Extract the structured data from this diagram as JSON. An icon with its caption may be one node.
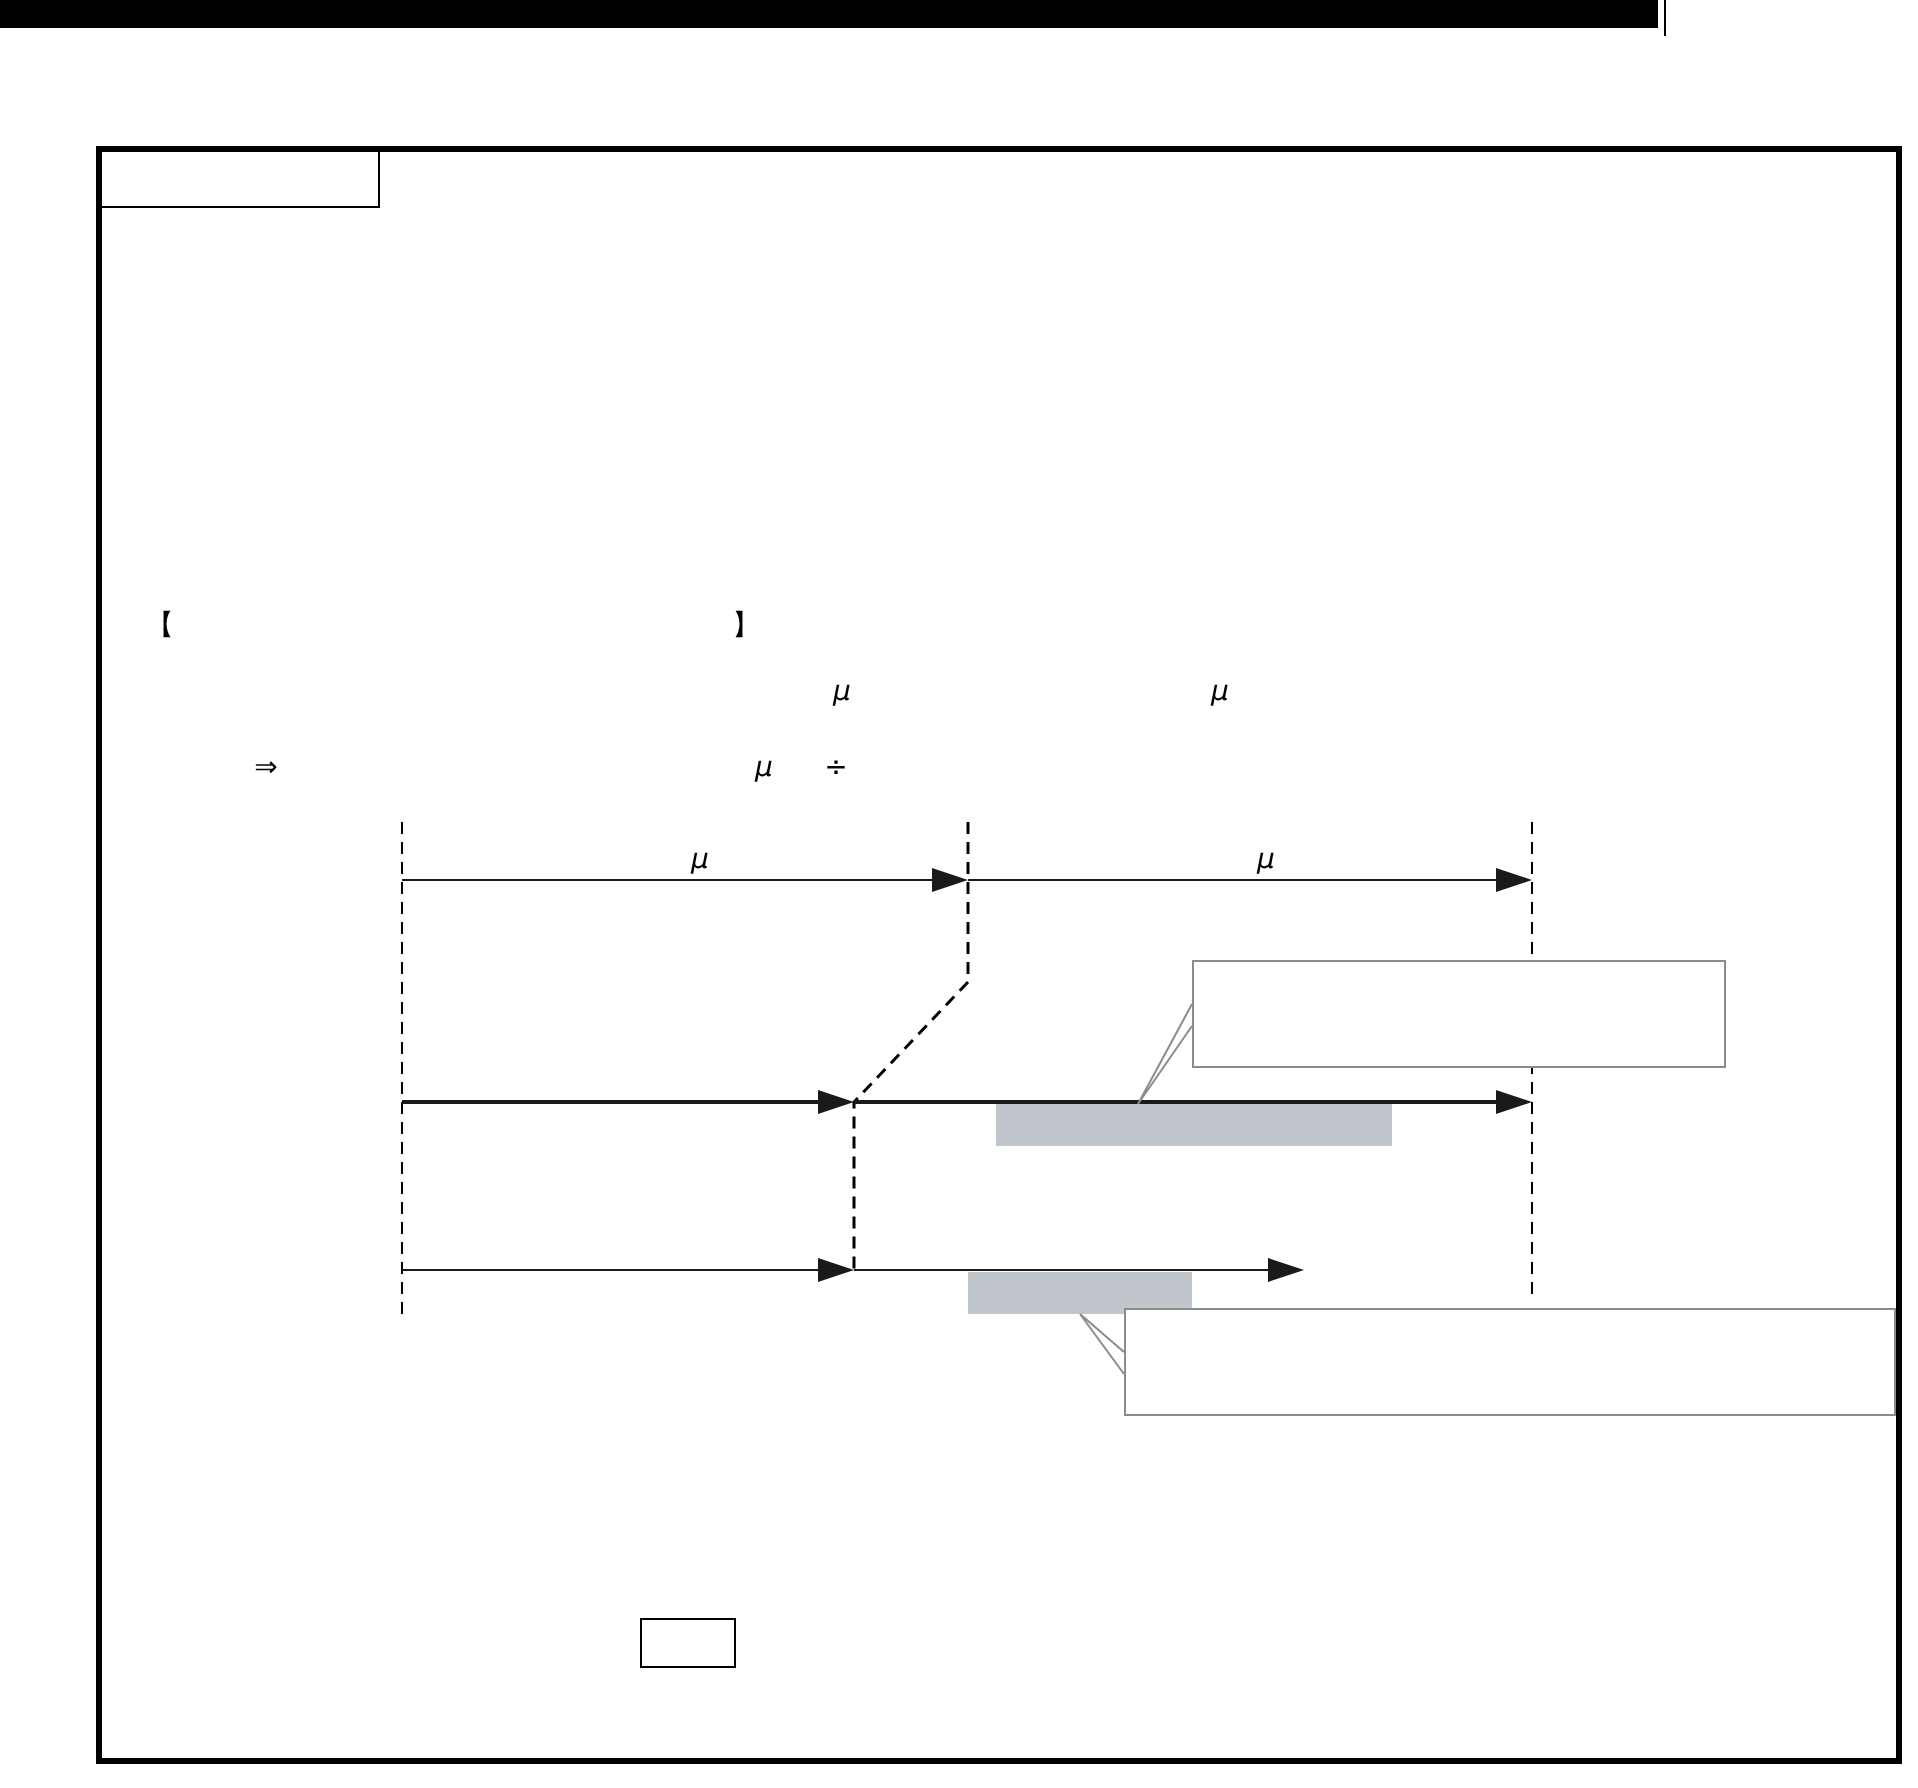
{
  "diagram": {
    "nodes": [
      {
        "text": [],
        "shape": "box"
      },
      {
        "text": [],
        "shape": "box",
        "in": 0
      },
      {
        "text": [],
        "shape": "box",
        "in": 0
      },
      {
        "text": [],
        "shape": "bar",
        "in": 0
      },
      {
        "text": [],
        "shape": "bar",
        "in": 0
      },
      {
        "text": [],
        "shape": "box",
        "in": 0
      },
      {
        "text": [],
        "shape": "box",
        "in": 0
      }
    ],
    "edges": [
      {
        "from": 2,
        "to": 3,
        "arrow": "none"
      },
      {
        "from": 5,
        "to": 4,
        "arrow": "none"
      }
    ],
    "labels": [
      "【",
      "】",
      "μ",
      "μ",
      "⇒",
      "μ",
      "÷",
      "μ",
      "μ"
    ]
  }
}
